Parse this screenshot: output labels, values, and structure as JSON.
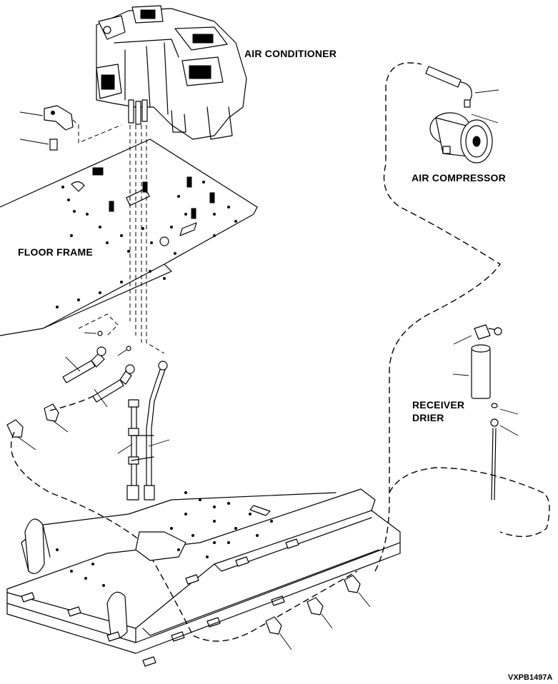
{
  "labels": {
    "air_conditioner": "AIR CONDITIONER",
    "air_compressor": "AIR COMPRESSOR",
    "floor_frame": "FLOOR FRAME",
    "receiver_drier_line1": "RECEIVER",
    "receiver_drier_line2": "DRIER"
  },
  "figure_code": "VXPB1497A"
}
